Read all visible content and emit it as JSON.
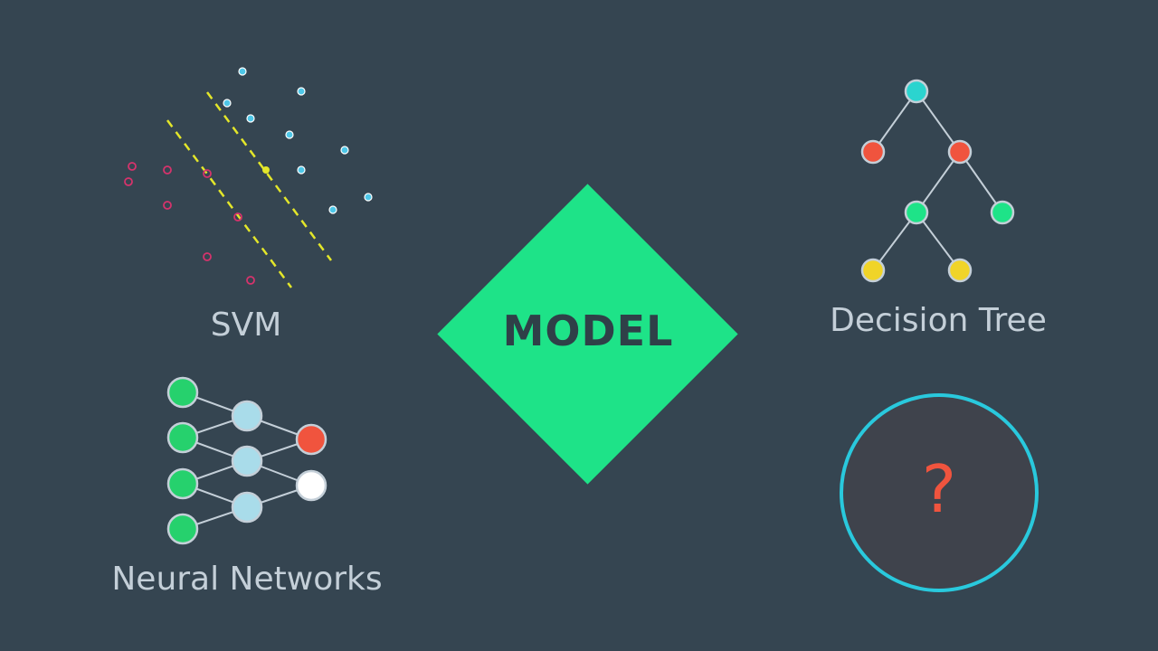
{
  "model": {
    "label": "MODEL",
    "color": "#1ee388",
    "text_color": "#2f4048"
  },
  "svm": {
    "label": "SVM",
    "class_a_color": "#d6336c",
    "class_b_color": "#4ec7e8",
    "margin_line_color": "#e3e62a"
  },
  "decision_tree": {
    "label": "Decision Tree",
    "node_colors": {
      "root": "#2bd4cf",
      "split": "#f0543e",
      "leaf_green": "#1ee388",
      "leaf_yellow": "#f0d428"
    }
  },
  "neural_networks": {
    "label": "Neural Networks",
    "layer_colors": {
      "input": "#26d16d",
      "hidden": "#a9dcea",
      "output_a": "#f0543e",
      "output_b": "#ffffff"
    }
  },
  "mystery": {
    "label": "?",
    "ring_color": "#29c9dd",
    "mark_color": "#f0543e"
  },
  "background_color": "#354551"
}
